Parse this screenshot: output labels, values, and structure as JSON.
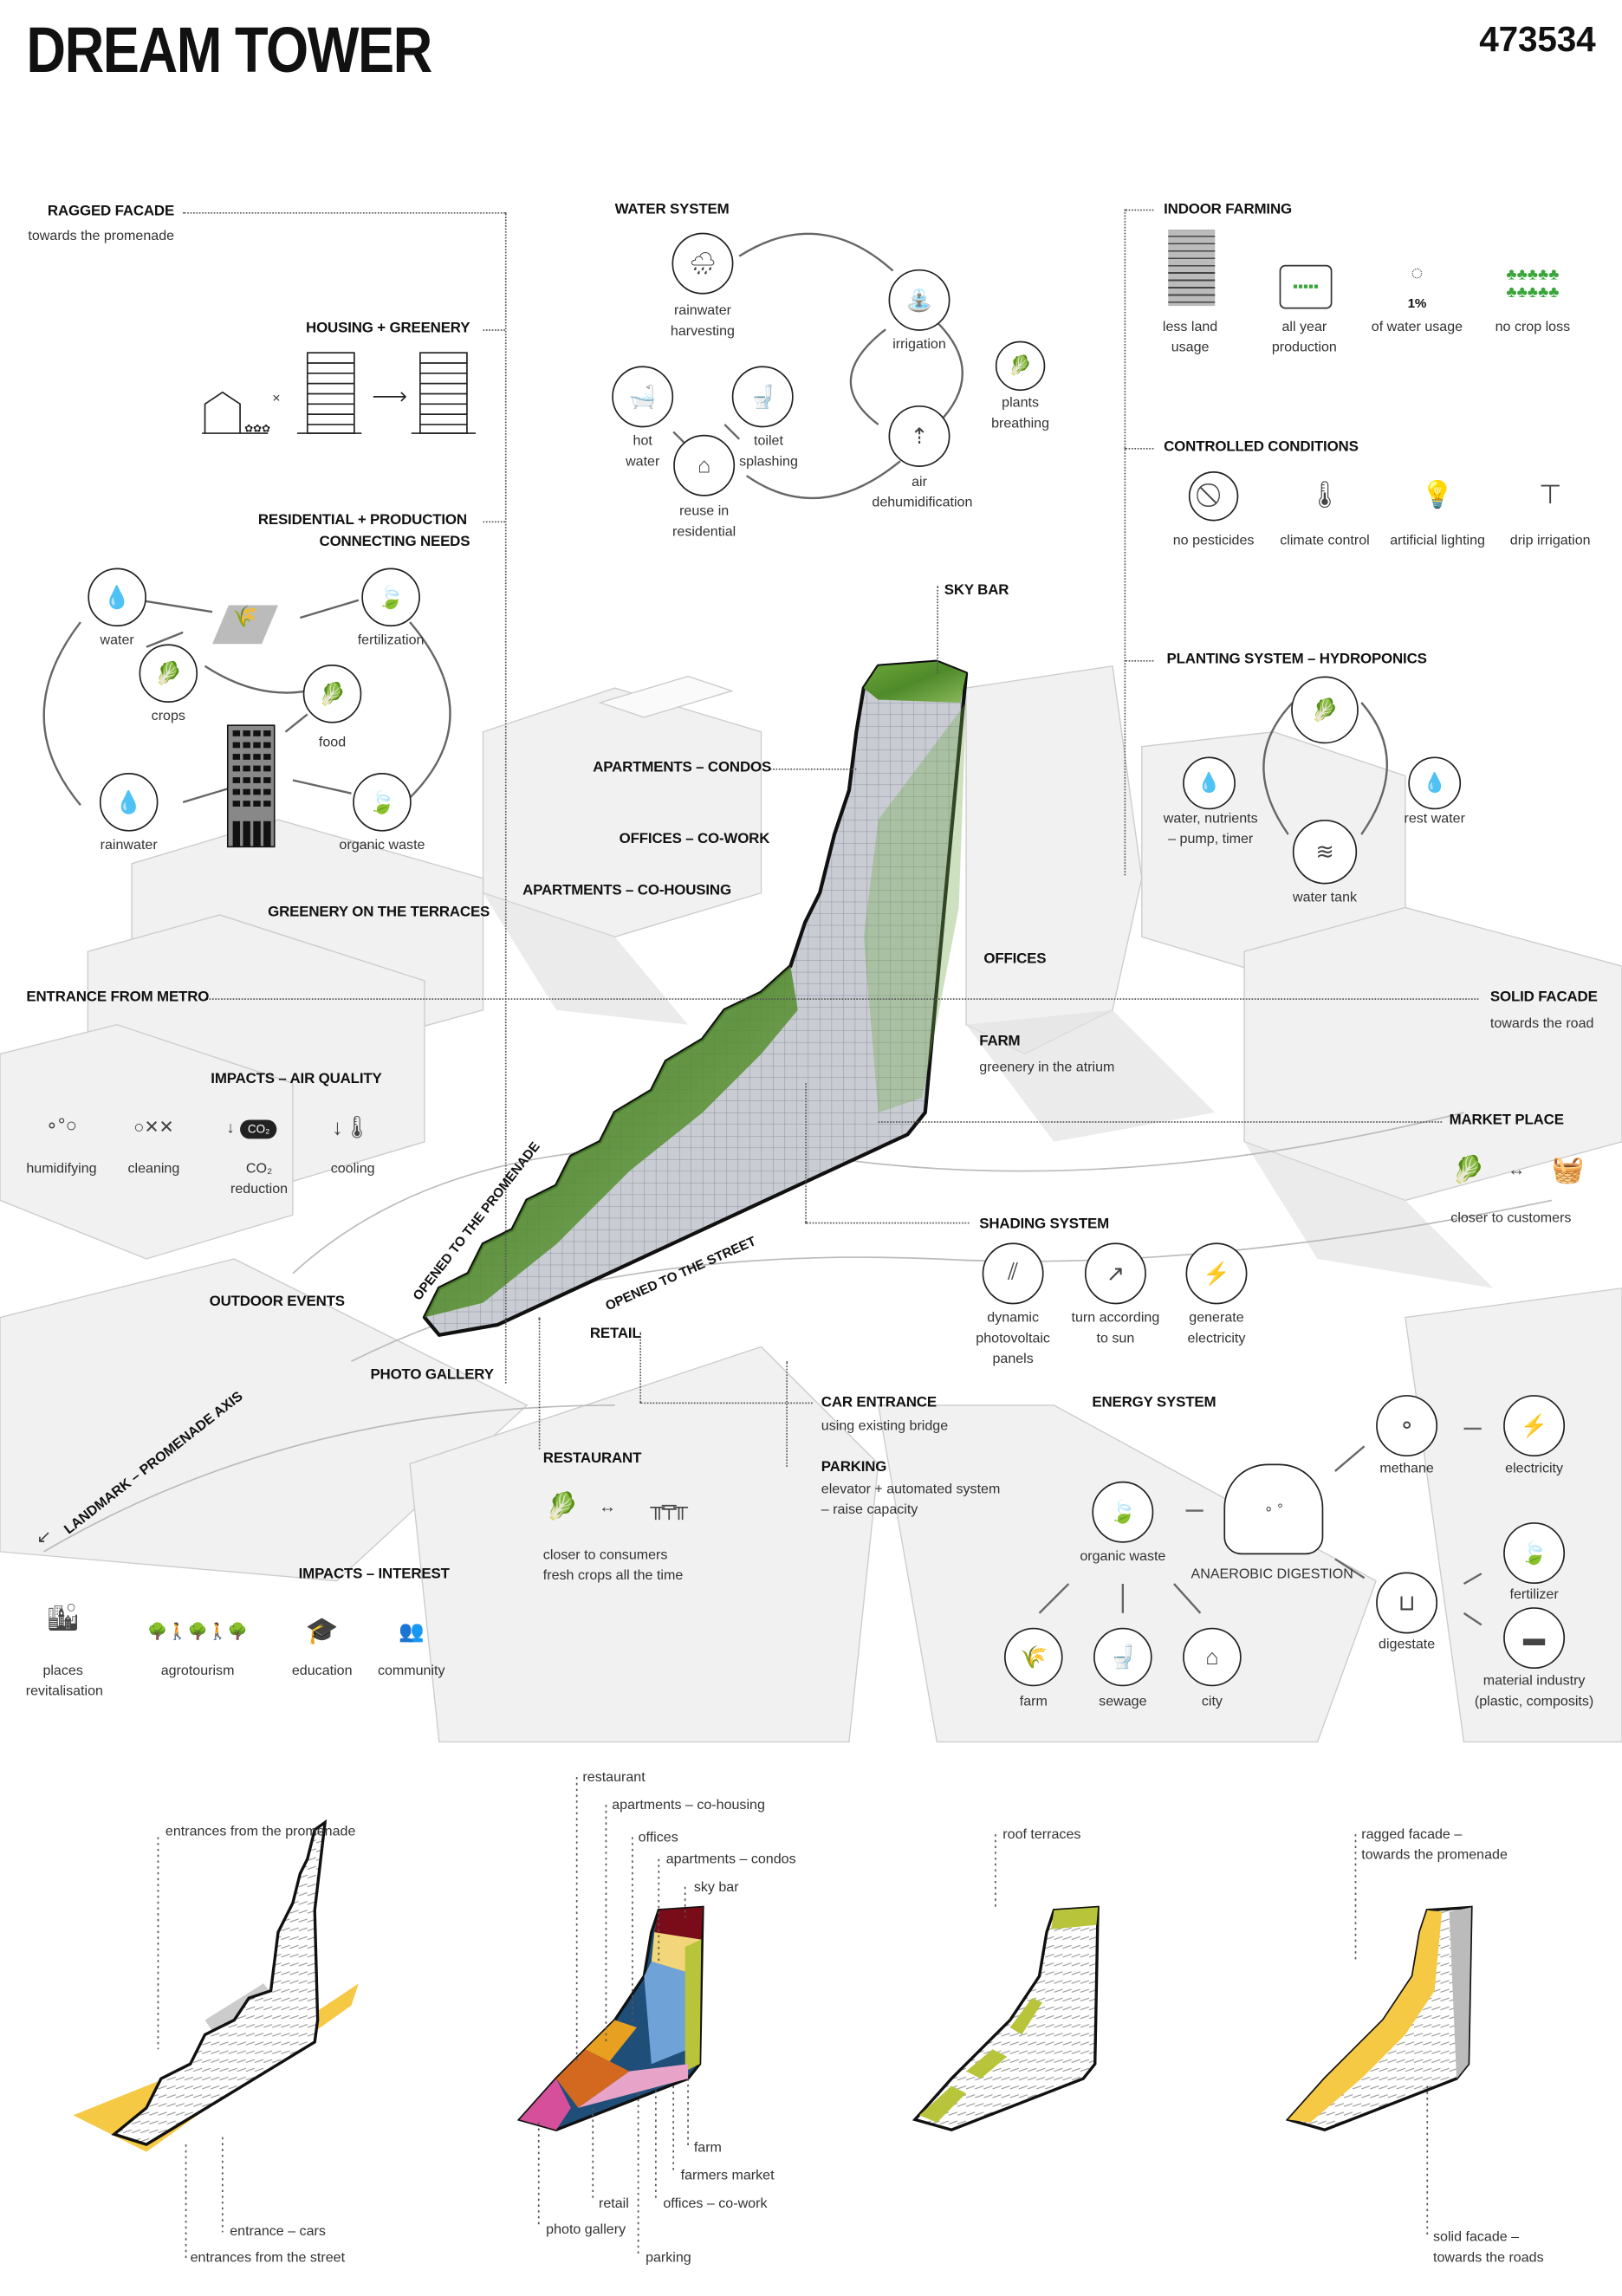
{
  "header": {
    "title": "DREAM TOWER",
    "code": "473534"
  },
  "ragged_facade": {
    "title": "RAGGED FACADE",
    "sub": "towards the promenade"
  },
  "housing_greenery": {
    "title": "HOUSING + GREENERY",
    "times": "×"
  },
  "residential_production": {
    "title1": "RESIDENTIAL + PRODUCTION",
    "title2": "CONNECTING NEEDS",
    "items": [
      "water",
      "crops",
      "fertilization",
      "food",
      "rainwater",
      "organic waste"
    ]
  },
  "water_system": {
    "title": "WATER SYSTEM",
    "rainwater": [
      "rainwater",
      "harvesting"
    ],
    "irrigation": "irrigation",
    "plants": [
      "plants",
      "breathing"
    ],
    "air": [
      "air",
      "dehumidification"
    ],
    "toilet": [
      "toilet",
      "splashing"
    ],
    "hot": [
      "hot",
      "water"
    ],
    "reuse": [
      "reuse in",
      "residential"
    ]
  },
  "indoor_farming": {
    "title": "INDOOR FARMING",
    "items": [
      {
        "l1": "less land",
        "l2": "usage"
      },
      {
        "l1": "all year",
        "l2": "production"
      },
      {
        "l1": "of water usage",
        "badge": "1%"
      },
      {
        "l1": "no crop loss"
      }
    ],
    "accent": "#3aa53a"
  },
  "controlled_conditions": {
    "title": "CONTROLLED CONDITIONS",
    "items": [
      "no pesticides",
      "climate control",
      "artificial lighting",
      "drip irrigation"
    ]
  },
  "hydroponics": {
    "title": "PLANTING SYSTEM – HYDROPONICS",
    "nutrients": [
      "water, nutrients",
      "– pump, timer"
    ],
    "rest": "rest water",
    "tank": "water tank"
  },
  "tower_labels": {
    "sky_bar": "SKY BAR",
    "apartments_condos": "APARTMENTS – CONDOS",
    "offices_cowork": "OFFICES – CO-WORK",
    "apartments_cohousing": "APARTMENTS – CO-HOUSING",
    "greenery_terraces": "GREENERY ON THE TERRACES",
    "offices": "OFFICES",
    "entrance_metro": "ENTRANCE FROM METRO",
    "solid_facade": "SOLID FACADE",
    "solid_facade_sub": "towards the road",
    "farm": "FARM",
    "farm_sub": "greenery in the atrium",
    "market": "MARKET PLACE",
    "market_sub": "closer to customers",
    "outdoor_events": "OUTDOOR EVENTS",
    "retail": "RETAIL",
    "photo_gallery": "PHOTO GALLERY",
    "opened_promenade": "OPENED TO THE PROMENADE",
    "opened_street": "OPENED TO THE STREET",
    "landmark": "LANDMARK – PROMENADE AXIS"
  },
  "air_quality": {
    "title": "IMPACTS – AIR QUALITY",
    "items": [
      {
        "l1": "humidifying"
      },
      {
        "l1": "cleaning"
      },
      {
        "l1": "CO₂",
        "l2": "reduction"
      },
      {
        "l1": "cooling"
      }
    ],
    "co2": "CO₂"
  },
  "shading": {
    "title": "SHADING SYSTEM",
    "items": [
      {
        "l1": "dynamic",
        "l2": "photovoltaic",
        "l3": "panels"
      },
      {
        "l1": "turn according",
        "l2": "to sun"
      },
      {
        "l1": "generate",
        "l2": "electricity"
      }
    ]
  },
  "car_entrance": {
    "title": "CAR ENTRANCE",
    "sub": "using existing bridge"
  },
  "parking": {
    "title": "PARKING",
    "sub1": "elevator + automated system",
    "sub2": "– raise capacity"
  },
  "restaurant": {
    "title": "RESTAURANT",
    "sub1": "closer to consumers",
    "sub2": "fresh crops all the time"
  },
  "interest": {
    "title": "IMPACTS – INTEREST",
    "items": [
      {
        "l1": "places",
        "l2": "revitalisation"
      },
      {
        "l1": "agrotourism"
      },
      {
        "l1": "education"
      },
      {
        "l1": "community"
      }
    ]
  },
  "energy": {
    "title": "ENERGY SYSTEM",
    "methane": "methane",
    "electricity": "electricity",
    "organic_waste": "organic waste",
    "digestion": "ANAEROBIC DIGESTION",
    "digestate": "digestate",
    "fertilizer": "fertilizer",
    "material1": "material industry",
    "material2": "(plastic, composits)",
    "farm": "farm",
    "sewage": "sewage",
    "city": "city"
  },
  "diagrams": {
    "d1": {
      "promenade": "entrances from the promenade",
      "cars": "entrance – cars",
      "street": "entrances from the street"
    },
    "d2": {
      "restaurant": "restaurant",
      "cohousing": "apartments – co-housing",
      "offices": "offices",
      "condos": "apartments – condos",
      "skybar": "sky bar",
      "farm": "farm",
      "market": "farmers market",
      "cowork": "offices – co-work",
      "retail": "retail",
      "gallery": "photo gallery",
      "parking": "parking"
    },
    "d3": {
      "terraces": "roof terraces"
    },
    "d4": {
      "ragged1": "ragged facade –",
      "ragged2": "towards the promenade",
      "solid1": "solid facade –",
      "solid2": "towards the roads"
    },
    "colors": {
      "skybar": "#7a0c1a",
      "condos": "#f4d67a",
      "offices": "#6fa3d8",
      "cowork": "#1f4e79",
      "cohousing": "#e8a020",
      "restaurant": "#d2691e",
      "gallery": "#d64f9a",
      "retail": "#e7a4c8",
      "farm": "#b8c43a",
      "highlight": "#f6c944"
    }
  }
}
